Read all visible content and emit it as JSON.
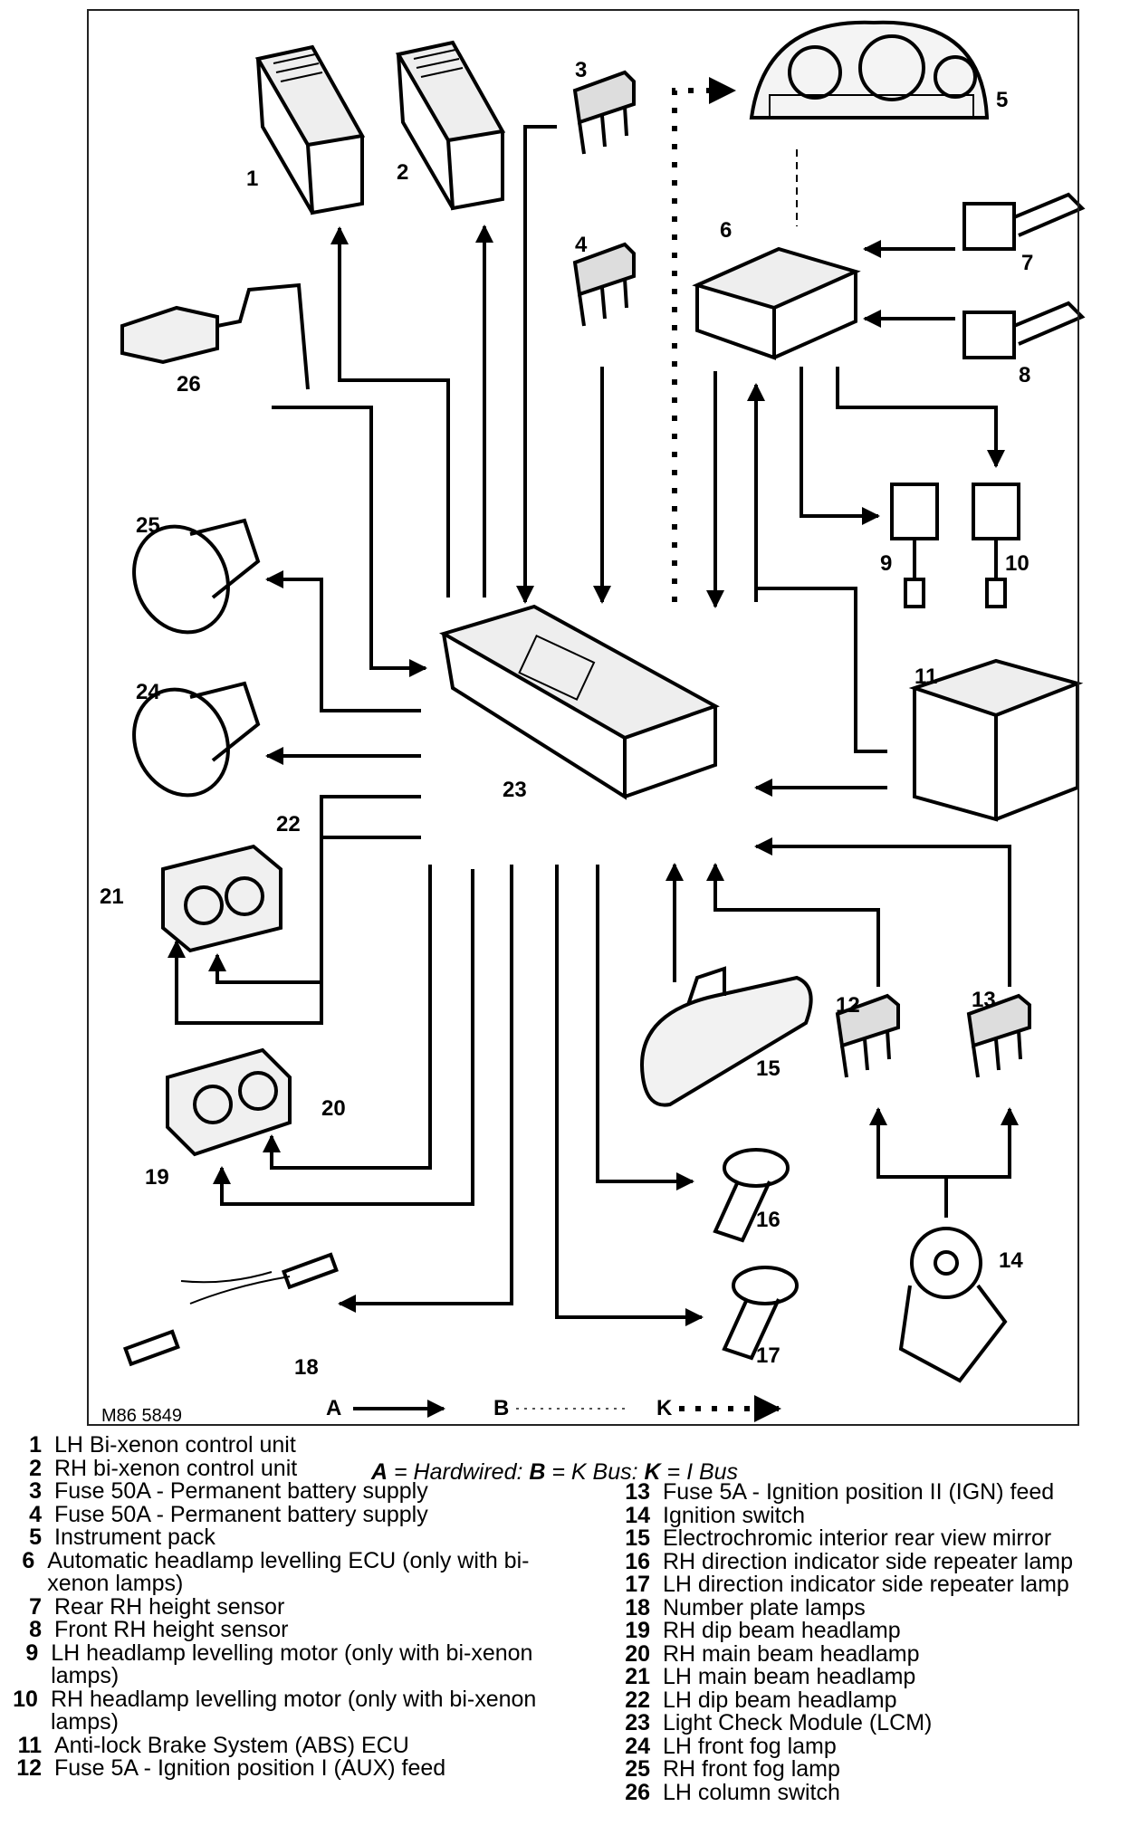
{
  "figure_code": "M86 5849",
  "key_symbols": {
    "a": "A",
    "b": "B",
    "k": "K"
  },
  "key_line": {
    "a": "A",
    "a_text": " = Hardwired: ",
    "b": "B",
    "b_text": " = K Bus: ",
    "k": "K",
    "k_text": " = I Bus"
  },
  "component_numbers": [
    "1",
    "2",
    "3",
    "4",
    "5",
    "6",
    "7",
    "8",
    "9",
    "10",
    "11",
    "12",
    "13",
    "14",
    "15",
    "16",
    "17",
    "18",
    "19",
    "20",
    "21",
    "22",
    "23",
    "24",
    "25",
    "26"
  ],
  "legend": [
    {
      "num": "1",
      "text": "LH Bi-xenon control unit"
    },
    {
      "num": "2",
      "text": "RH bi-xenon control unit"
    },
    {
      "num": "3",
      "text": "Fuse 50A - Permanent battery supply"
    },
    {
      "num": "4",
      "text": "Fuse 50A - Permanent battery supply"
    },
    {
      "num": "5",
      "text": "Instrument pack"
    },
    {
      "num": "6",
      "text": "Automatic headlamp levelling ECU (only with bi-xenon lamps)"
    },
    {
      "num": "7",
      "text": "Rear RH height sensor"
    },
    {
      "num": "8",
      "text": "Front RH height sensor"
    },
    {
      "num": "9",
      "text": "LH headlamp levelling motor (only with bi-xenon lamps)"
    },
    {
      "num": "10",
      "text": "RH headlamp levelling motor (only with bi-xenon lamps)"
    },
    {
      "num": "11",
      "text": "Anti-lock Brake System (ABS) ECU"
    },
    {
      "num": "12",
      "text": "Fuse 5A - Ignition position I (AUX) feed"
    },
    {
      "num": "13",
      "text": "Fuse 5A - Ignition position II (IGN) feed"
    },
    {
      "num": "14",
      "text": "Ignition switch"
    },
    {
      "num": "15",
      "text": "Electrochromic interior rear view mirror"
    },
    {
      "num": "16",
      "text": "RH direction indicator side repeater lamp"
    },
    {
      "num": "17",
      "text": "LH direction indicator side repeater lamp"
    },
    {
      "num": "18",
      "text": "Number plate lamps"
    },
    {
      "num": "19",
      "text": "RH dip beam headlamp"
    },
    {
      "num": "20",
      "text": "RH main beam headlamp"
    },
    {
      "num": "21",
      "text": "LH main beam headlamp"
    },
    {
      "num": "22",
      "text": "LH dip beam headlamp"
    },
    {
      "num": "23",
      "text": "Light Check Module (LCM)"
    },
    {
      "num": "24",
      "text": "LH front fog lamp"
    },
    {
      "num": "25",
      "text": "RH front fog lamp"
    },
    {
      "num": "26",
      "text": "LH column switch"
    }
  ]
}
